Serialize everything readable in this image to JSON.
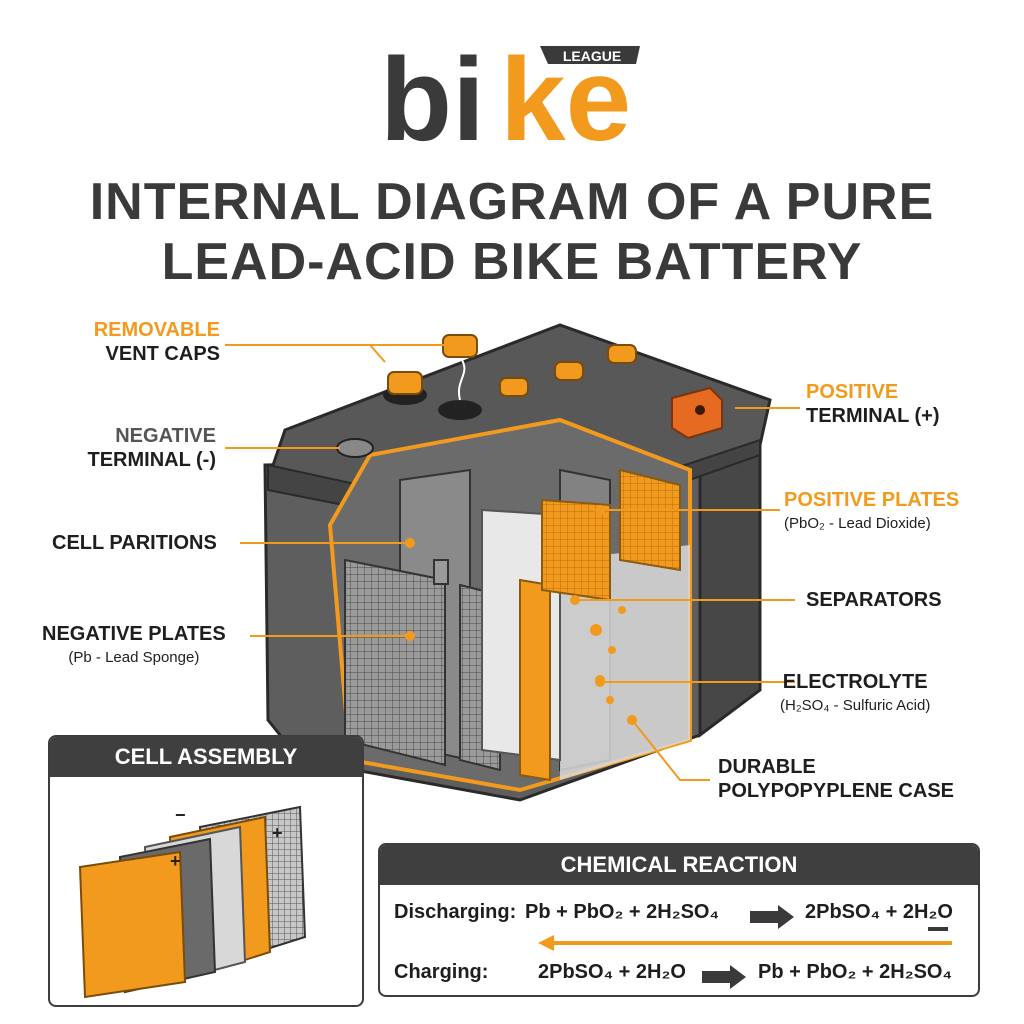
{
  "logo": {
    "word_left": "bi",
    "word_right": "ke",
    "tag": "LEAGUE",
    "colors": {
      "dark": "#3a3a3a",
      "orange": "#f29a1d"
    }
  },
  "title": {
    "line1": "INTERNAL DIAGRAM OF A PURE",
    "line2": "LEAD-ACID BIKE BATTERY"
  },
  "labels": {
    "vent_caps": {
      "line1": "REMOVABLE",
      "line2": "VENT CAPS"
    },
    "negative_terminal": {
      "line1": "NEGATIVE",
      "line2": "TERMINAL (-)"
    },
    "cell_partitions": "CELL PARITIONS",
    "negative_plates": {
      "line1": "NEGATIVE PLATES",
      "line2": "(Pb - Lead Sponge)"
    },
    "positive_terminal": {
      "line1": "POSITIVE",
      "line2": "TERMINAL (+)"
    },
    "positive_plates": {
      "line1": "POSITIVE PLATES",
      "line2": "(PbO₂ - Lead Dioxide)"
    },
    "separators": "SEPARATORS",
    "electrolyte": {
      "line1": "ELECTROLYTE",
      "line2": "(H₂SO₄ - Sulfuric Acid)"
    },
    "case": {
      "line1": "DURABLE",
      "line2": "POLYPOPYPLENE CASE"
    }
  },
  "cell_assembly": {
    "title": "CELL ASSEMBLY"
  },
  "reaction": {
    "title": "CHEMICAL REACTION",
    "discharging_label": "Discharging:",
    "discharging_left": "Pb + PbO₂ + 2H₂SO₄",
    "discharging_right": "2PbSO₄ + 2H₂O",
    "charging_label": "Charging:",
    "charging_left": "2PbSO₄ + 2H₂O",
    "charging_right": "Pb + PbO₂ + 2H₂SO₄"
  },
  "colors": {
    "accent": "#f29a1d",
    "dark": "#3f3f3f",
    "case": "#5a5a5a"
  }
}
